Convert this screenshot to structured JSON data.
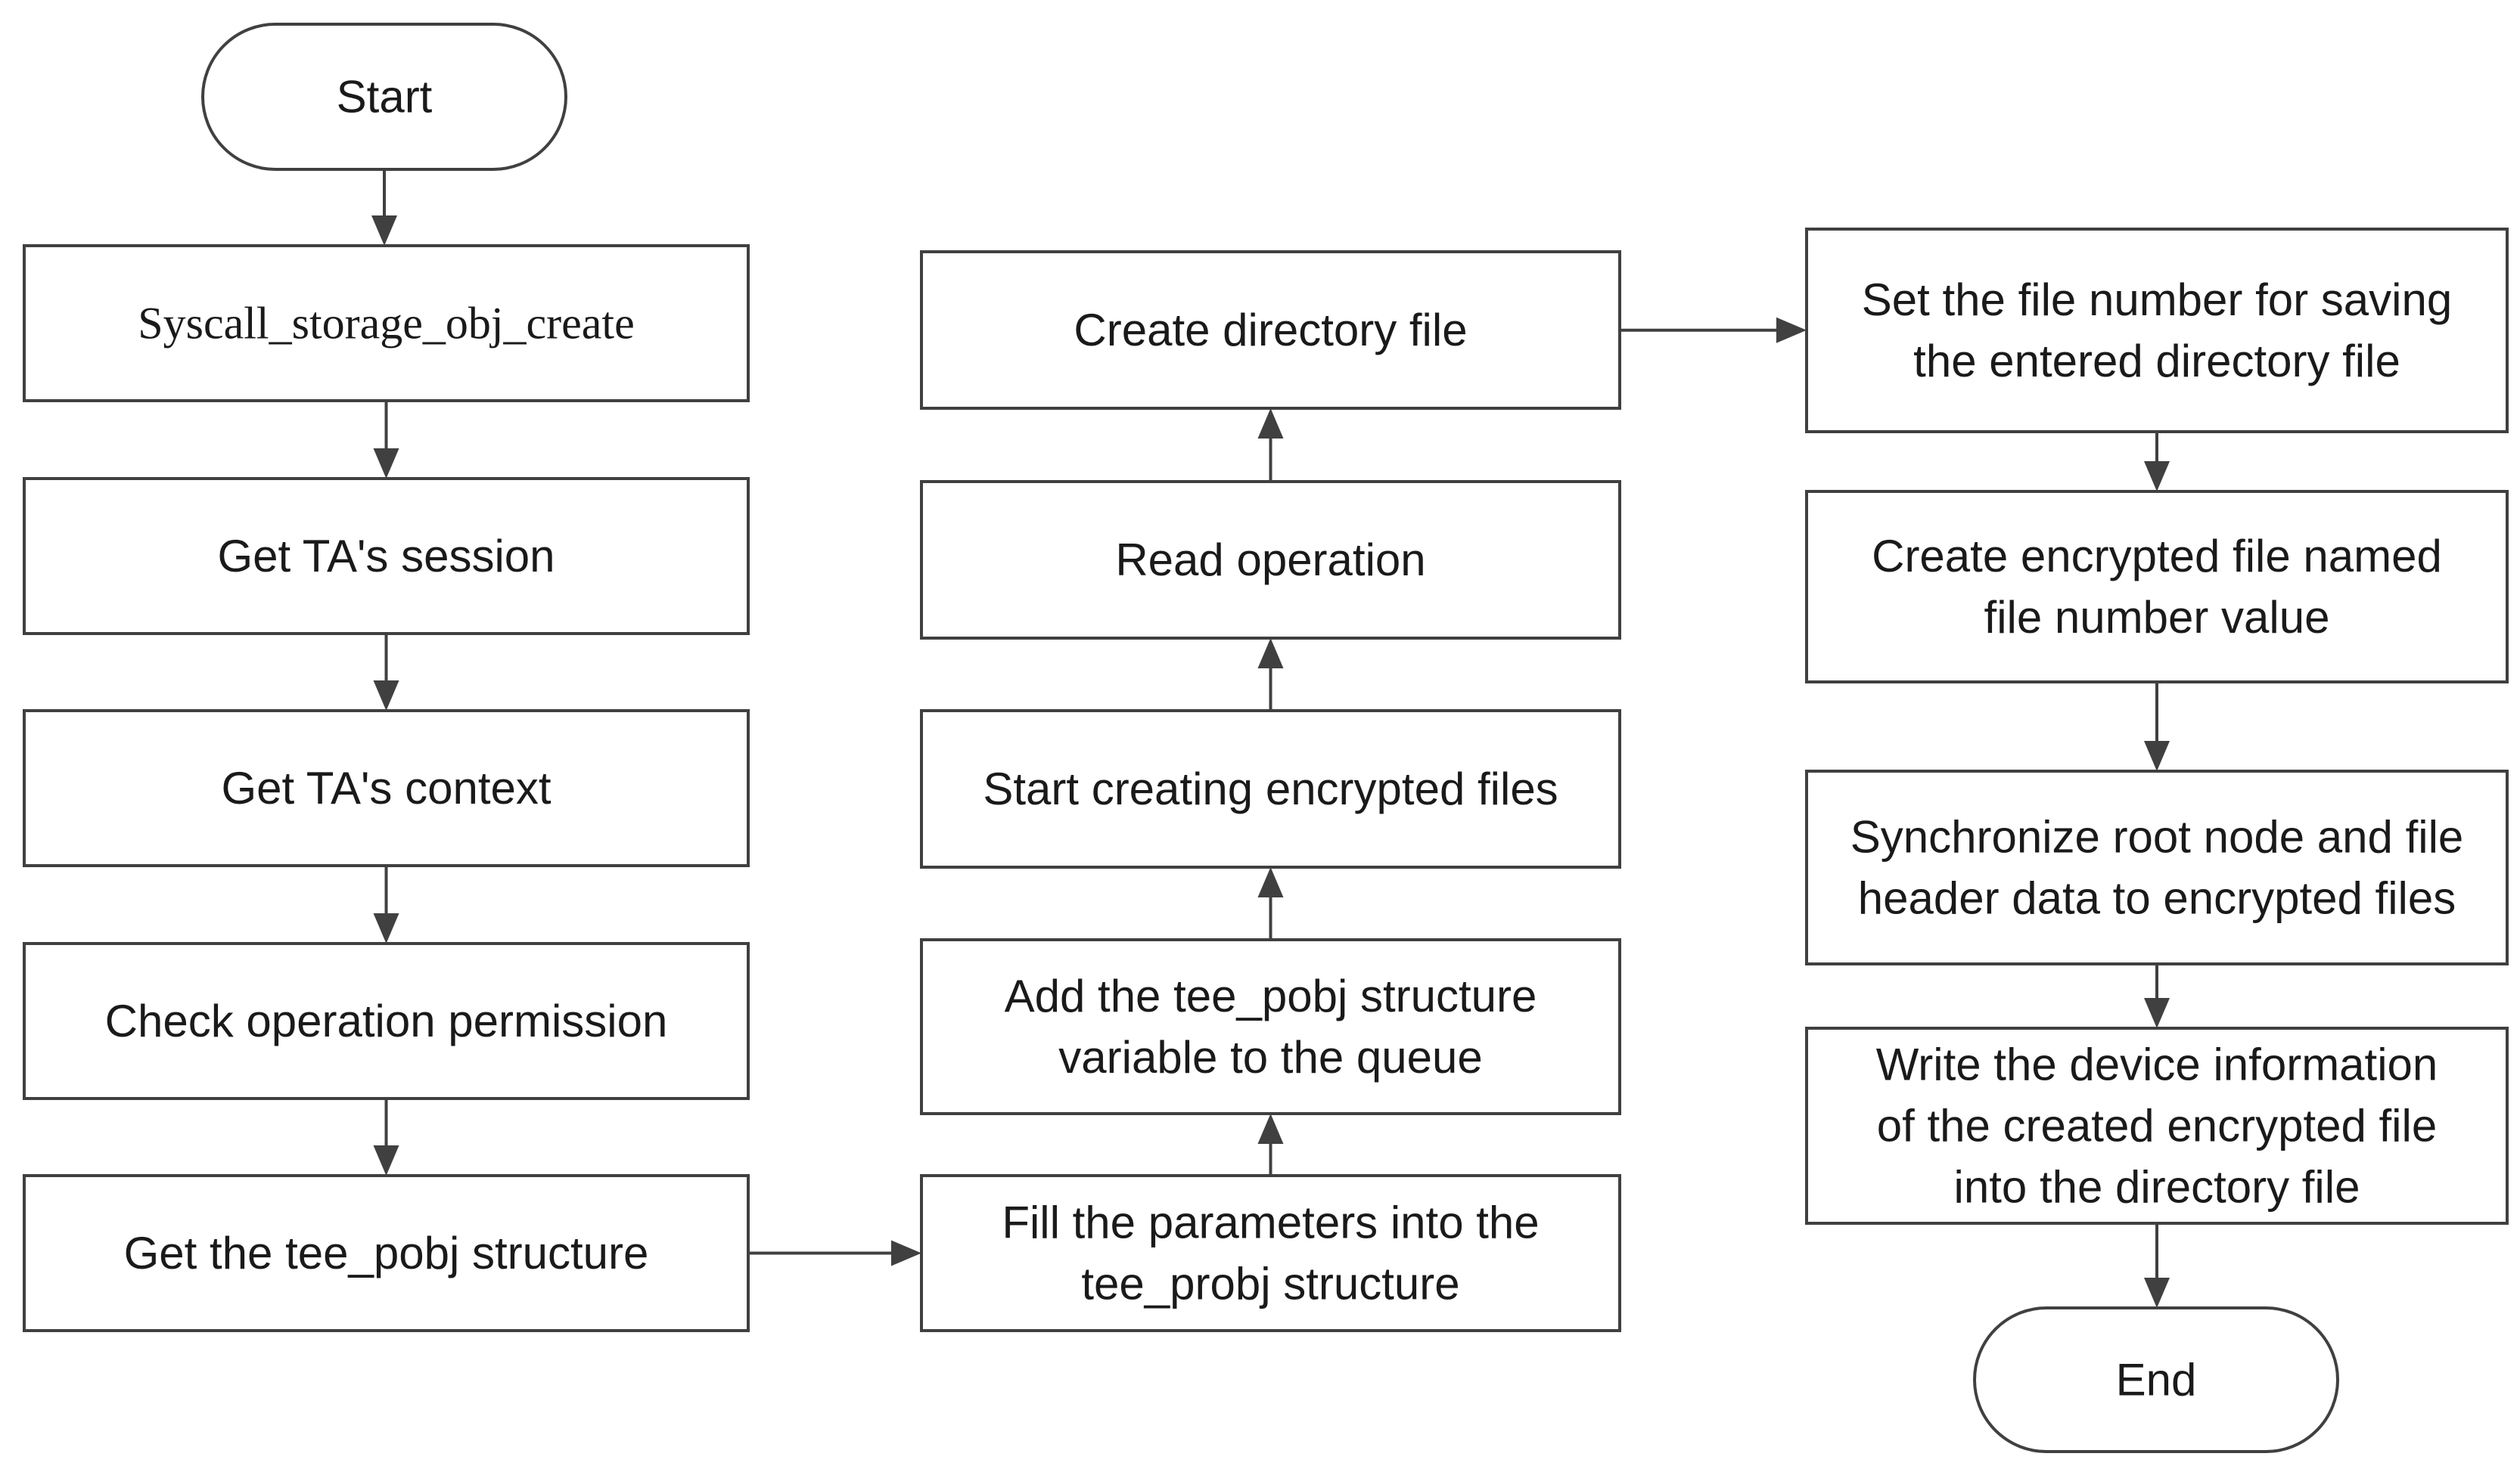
{
  "nodes": {
    "start": {
      "lines": [
        "Start"
      ]
    },
    "syscall": {
      "lines": [
        "Syscall_storage_obj_create"
      ]
    },
    "get_session": {
      "lines": [
        "Get TA's session"
      ]
    },
    "get_context": {
      "lines": [
        "Get TA's context"
      ]
    },
    "check_perm": {
      "lines": [
        "Check operation permission"
      ]
    },
    "get_pobj": {
      "lines": [
        "Get the tee_pobj structure"
      ]
    },
    "fill_params": {
      "lines": [
        "Fill the parameters into the",
        "tee_probj structure"
      ]
    },
    "add_queue": {
      "lines": [
        "Add the tee_pobj structure",
        "variable to the queue"
      ]
    },
    "start_create": {
      "lines": [
        "Start creating encrypted files"
      ]
    },
    "read_op": {
      "lines": [
        "Read operation"
      ]
    },
    "create_dir": {
      "lines": [
        "Create directory file"
      ]
    },
    "set_number": {
      "lines": [
        "Set the file number for saving",
        "the entered directory file"
      ]
    },
    "create_enc": {
      "lines": [
        "Create encrypted file named",
        "file number value"
      ]
    },
    "sync": {
      "lines": [
        "Synchronize root node and file",
        "header data to encrypted files"
      ]
    },
    "write_info": {
      "lines": [
        "Write the device information",
        "of the created encrypted file",
        "into the directory file"
      ]
    },
    "end": {
      "lines": [
        "End"
      ]
    }
  },
  "edges": [
    [
      "start",
      "syscall"
    ],
    [
      "syscall",
      "get_session"
    ],
    [
      "get_session",
      "get_context"
    ],
    [
      "get_context",
      "check_perm"
    ],
    [
      "check_perm",
      "get_pobj"
    ],
    [
      "get_pobj",
      "fill_params"
    ],
    [
      "fill_params",
      "add_queue"
    ],
    [
      "add_queue",
      "start_create"
    ],
    [
      "start_create",
      "read_op"
    ],
    [
      "read_op",
      "create_dir"
    ],
    [
      "create_dir",
      "set_number"
    ],
    [
      "set_number",
      "create_enc"
    ],
    [
      "create_enc",
      "sync"
    ],
    [
      "sync",
      "write_info"
    ],
    [
      "write_info",
      "end"
    ]
  ],
  "colors": {
    "stroke": "#404040",
    "text": "#1a1a1a",
    "background": "#ffffff"
  }
}
